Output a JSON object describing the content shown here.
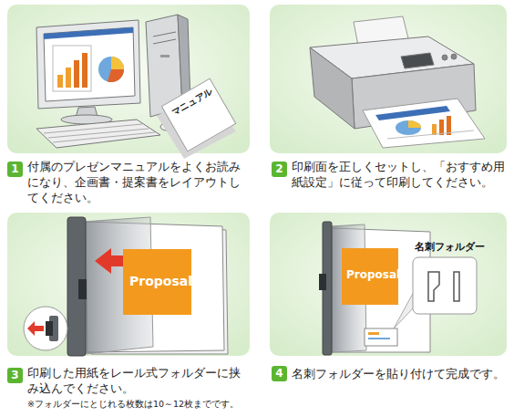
{
  "diagram": {
    "nodes": [
      {
        "text": [
          "付属のプレゼンマニュアルをよくお読みになり、企画書・提案書をレイアウトしてください。"
        ]
      },
      {
        "text": [
          "マニュアル"
        ],
        "in": 0
      },
      {
        "text": [
          "1"
        ]
      },
      {
        "text": [
          "印刷面を正しくセットし、「おすすめ用紙設定」に従って印刷してください。"
        ]
      },
      {
        "text": [
          "2"
        ]
      },
      {
        "text": [
          "印刷した用紙をレール式フォルダーに挟み込んでください。",
          "※フォルダーにとじれる枚数は10～12枚までです。"
        ]
      },
      {
        "text": [
          "Proposal"
        ],
        "in": 5
      },
      {
        "text": [
          "3"
        ]
      },
      {
        "text": [
          "名刺フォルダーを貼り付けて完成です。"
        ]
      },
      {
        "text": [
          "Proposal"
        ],
        "in": 8
      },
      {
        "text": [
          "4"
        ]
      }
    ],
    "labels": [
      "名刺フォルダー"
    ]
  }
}
